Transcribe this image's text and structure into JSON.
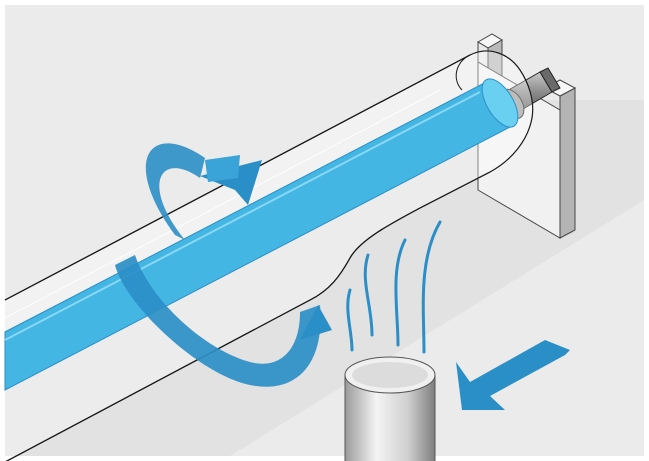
{
  "illustration": {
    "colors": {
      "background": "#ebebeb",
      "shadow": "#d2d2d2",
      "glass_tube_outline": "#1a1a1a",
      "rod_fill": "#5ec8ee",
      "rod_edge": "#2b8fc7",
      "rotation_arrow": "#2b8fc7",
      "feed_arrow": "#2b8fc7",
      "heat_waves": "#2b8fc7",
      "bracket_front": "#f2f2f2",
      "bracket_side": "#b8b8b8",
      "nozzle_light": "#e6e6e6",
      "nozzle_dark": "#8a8a8a"
    },
    "parts": [
      "background-panel",
      "support-bracket",
      "chuck-spindle",
      "glass-tube",
      "blue-rod",
      "rotation-arrow",
      "heat-nozzle",
      "heat-waves",
      "feed-arrow"
    ]
  }
}
